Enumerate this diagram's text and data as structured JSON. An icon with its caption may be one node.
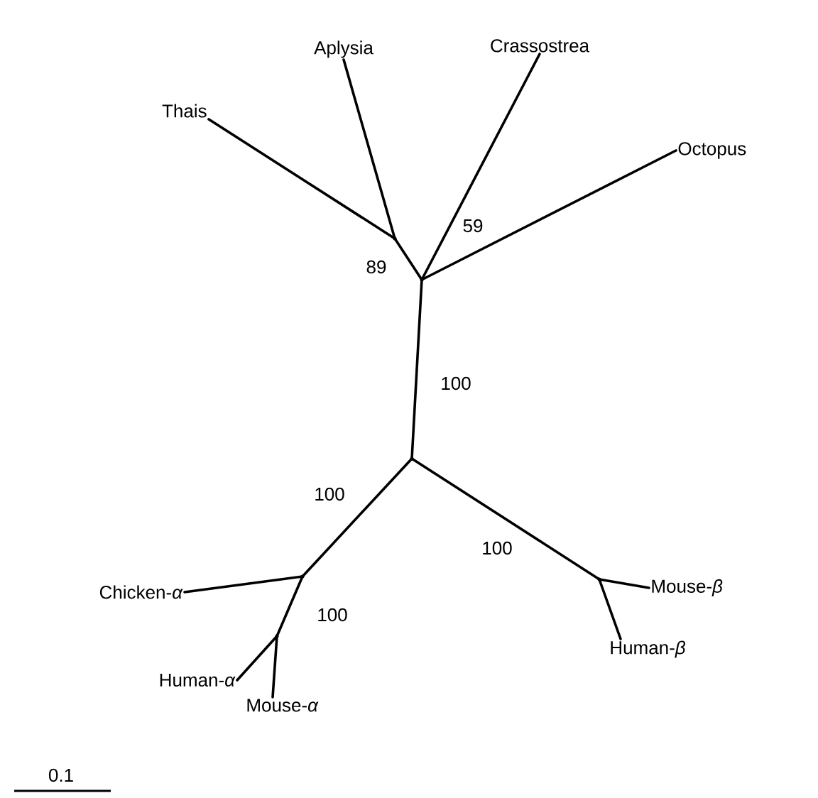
{
  "diagram": {
    "nodes": [
      {
        "text": [
          "Thais"
        ]
      },
      {
        "text": [
          "Aplysia"
        ]
      },
      {
        "text": [
          "Crassostrea"
        ]
      },
      {
        "text": [
          "Octopus"
        ]
      },
      {
        "text": [],
        "shape": "point"
      },
      {
        "text": [],
        "shape": "point"
      },
      {
        "text": [],
        "shape": "point"
      },
      {
        "text": [
          "Chicken-*α*"
        ]
      },
      {
        "text": [],
        "shape": "point"
      },
      {
        "text": [
          "Mouse-*β*"
        ]
      },
      {
        "text": [],
        "shape": "point"
      },
      {
        "text": [],
        "shape": "point"
      },
      {
        "text": [
          "Human-*β*"
        ]
      },
      {
        "text": [
          "Human-*α*"
        ]
      },
      {
        "text": [
          "Mouse-*α*"
        ]
      }
    ],
    "edges": [
      {
        "from": 4,
        "to": 0,
        "arrow": "none"
      },
      {
        "from": 4,
        "to": 1,
        "arrow": "none"
      },
      {
        "from": 5,
        "to": 4,
        "arrow": "none",
        "label": "89"
      },
      {
        "from": 5,
        "to": 2,
        "arrow": "none",
        "label": "59"
      },
      {
        "from": 5,
        "to": 3,
        "arrow": "none"
      },
      {
        "from": 5,
        "to": 6,
        "arrow": "none",
        "label": "100"
      },
      {
        "from": 6,
        "to": 8,
        "arrow": "none",
        "label": "100"
      },
      {
        "from": 6,
        "to": 10,
        "arrow": "none",
        "label": "100"
      },
      {
        "from": 8,
        "to": 7,
        "arrow": "none"
      },
      {
        "from": 8,
        "to": 11,
        "arrow": "none",
        "label": "100"
      },
      {
        "from": 11,
        "to": 13,
        "arrow": "none"
      },
      {
        "from": 11,
        "to": 14,
        "arrow": "none"
      },
      {
        "from": 10,
        "to": 9,
        "arrow": "none"
      },
      {
        "from": 10,
        "to": 12,
        "arrow": "none"
      }
    ],
    "labels": [
      "0.1"
    ]
  }
}
